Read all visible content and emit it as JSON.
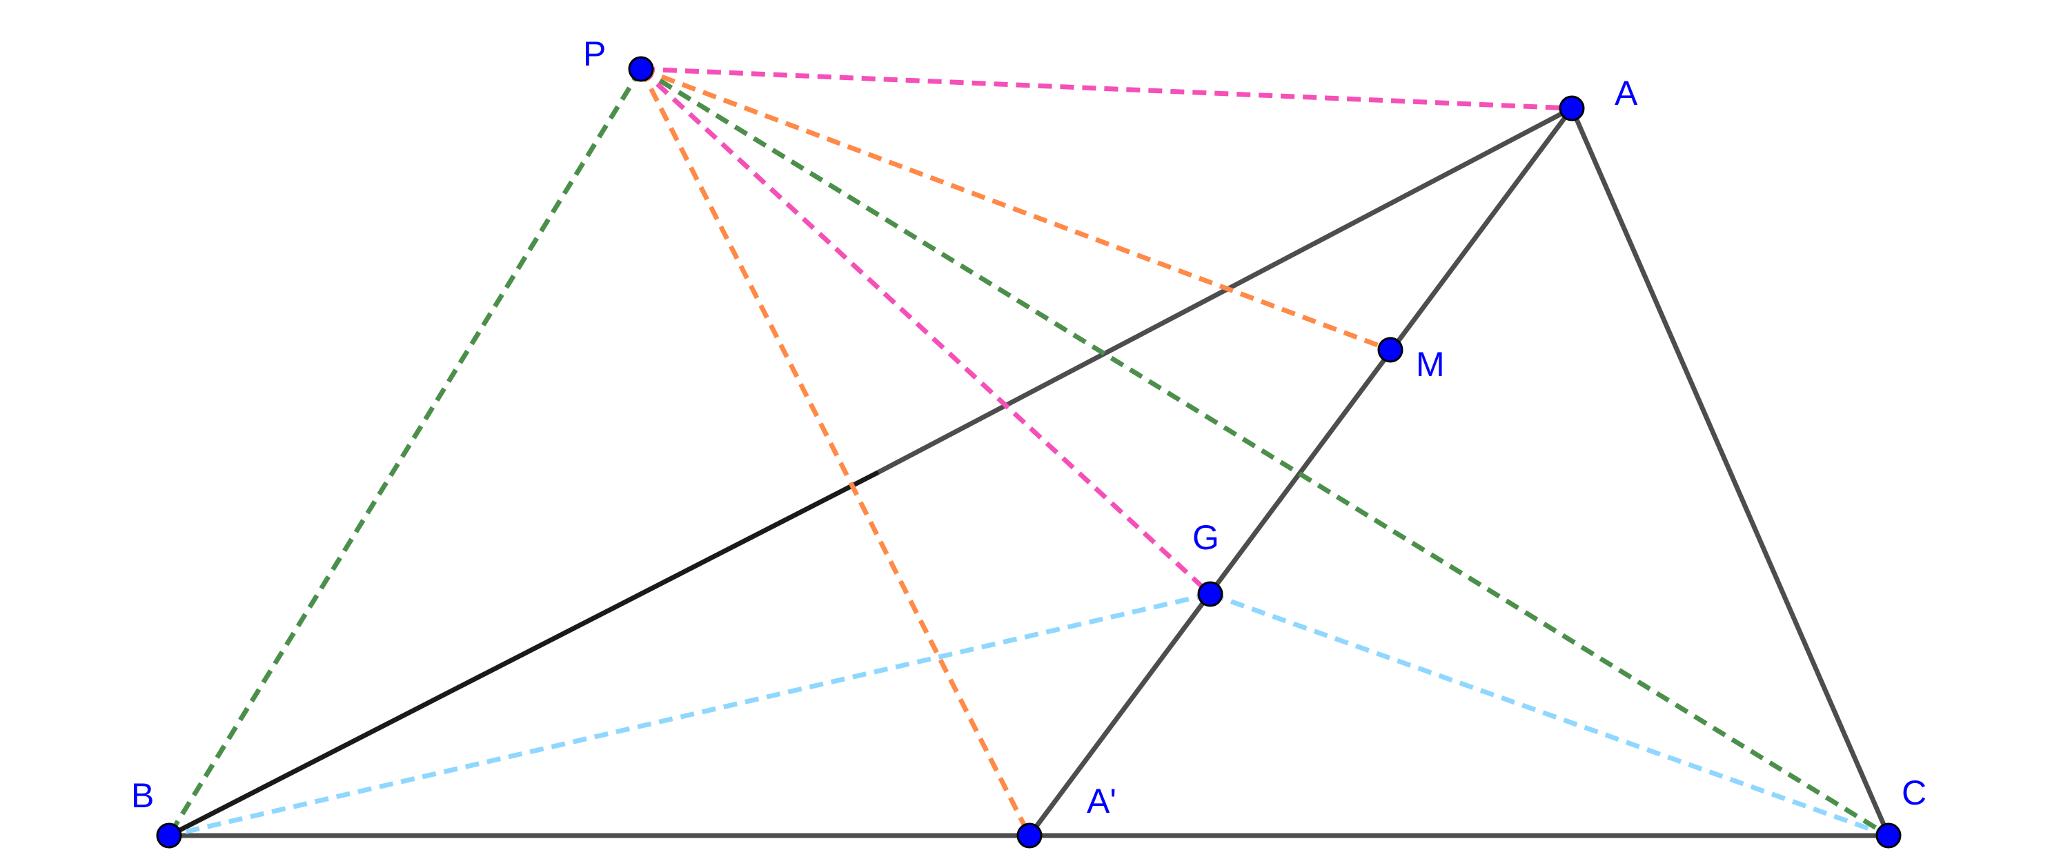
{
  "points": {
    "P": "P",
    "A": "A",
    "M": "M",
    "G": "G",
    "B": "B",
    "A_prime": "A'",
    "C": "C"
  },
  "colors": {
    "point_fill": "#0000ff",
    "point_stroke": "#000000",
    "label": "#0000ff",
    "solid_segment": "#4d4d4d",
    "solid_segment_dark": "#1a1a1a",
    "pink_dash": "#f54fb8",
    "orange_dash": "#ff8a47",
    "green_dash": "#4b8f4b",
    "light_blue_dash": "#8fd7ff"
  }
}
